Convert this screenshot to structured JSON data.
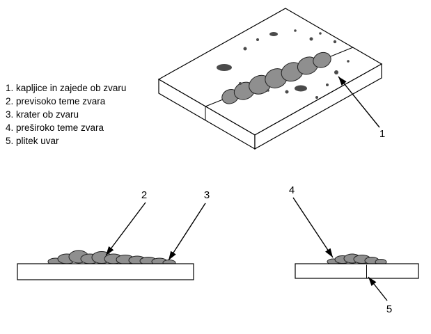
{
  "figure": {
    "legend": {
      "items": [
        "1. kapljice in zajede ob zvaru",
        "2. previsoko teme zvara",
        "3. krater ob zvaru",
        "4. preširoko teme zvara",
        "5. plitek uvar"
      ]
    },
    "callouts": {
      "c1": "1",
      "c2": "2",
      "c3": "3",
      "c4": "4",
      "c5": "5"
    },
    "colors": {
      "bead_fill": "#8f8f8f",
      "spatter_fill": "#4a4a4a",
      "outline": "#000000",
      "background": "#ffffff"
    }
  }
}
